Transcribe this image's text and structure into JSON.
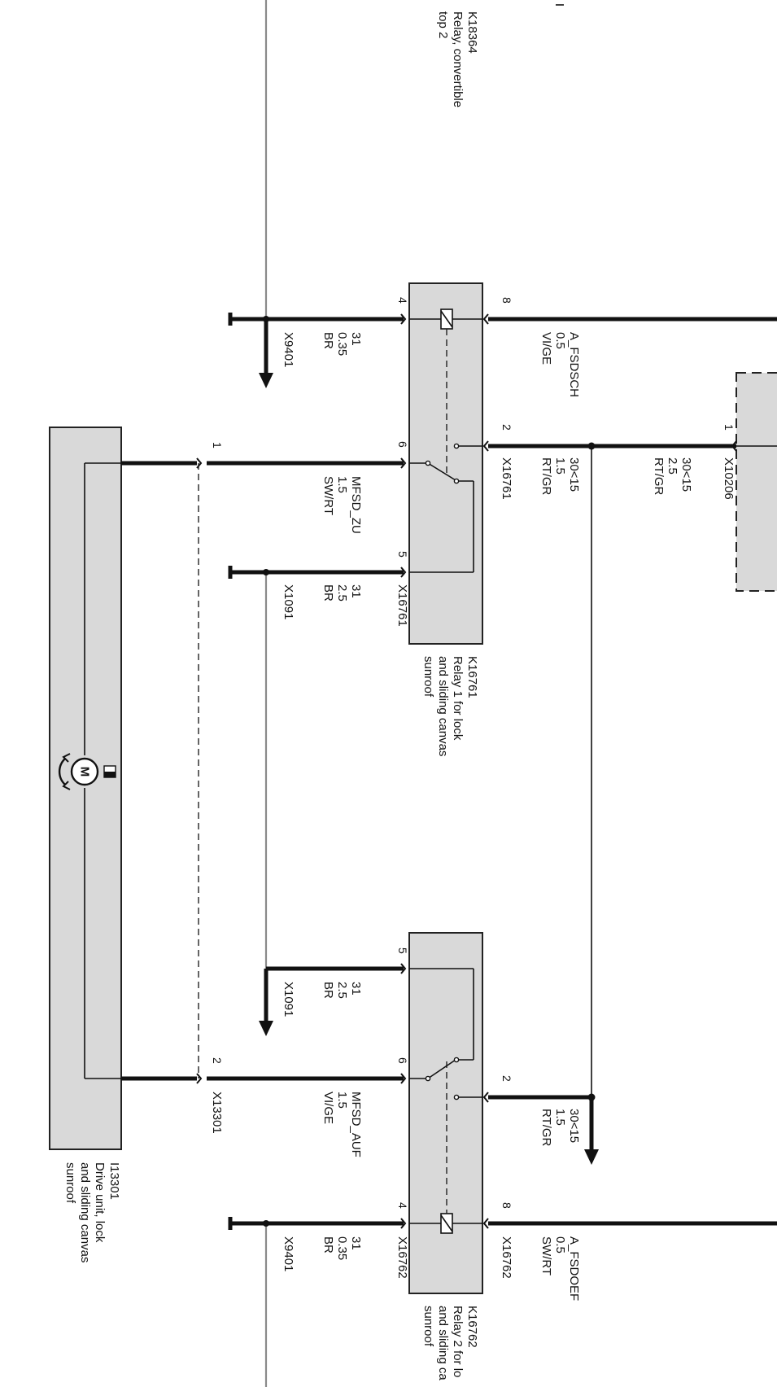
{
  "components": {
    "k18364": {
      "id": "K18364",
      "desc1": "Relay, convertible",
      "desc2": "top 2"
    },
    "k16761": {
      "id": "K16761",
      "desc1": "Relay 1 for lock",
      "desc2": "and sliding canvas",
      "desc3": "sunroof"
    },
    "k16762": {
      "id": "K16762",
      "desc1": "Relay 2 for lo",
      "desc2": "and sliding ca",
      "desc3": "sunroof"
    },
    "i13301": {
      "id": "I13301",
      "desc1": "Drive unit, lock",
      "desc2": "and sliding canvas",
      "desc3": "sunroof"
    }
  },
  "connectors": {
    "x16761_a": "X16761",
    "x16761_b": "X16761",
    "x16762_a": "X16762",
    "x16762_b": "X16762",
    "x10206": "X10206",
    "x13301": "X13301",
    "x9401_a": "X9401",
    "x9401_b": "X9401",
    "x1091_a": "X1091",
    "x1091_b": "X1091"
  },
  "pins": {
    "r1_8": "8",
    "r1_4": "4",
    "r1_2": "2",
    "r1_6": "6",
    "r1_5": "5",
    "r2_5": "5",
    "r2_6": "6",
    "r2_2": "2",
    "r2_4": "4",
    "r2_8": "8",
    "x10206_1": "1",
    "x13301_1": "1",
    "x13301_2": "2"
  },
  "wires": {
    "a_fsdsch": {
      "signal": "A_FSDSCH",
      "size": "0.5",
      "color": "VI/GE"
    },
    "gnd_r1_4": {
      "signal": "31",
      "size": "0.35",
      "color": "BR"
    },
    "p30_r1_2": {
      "signal": "30<15",
      "size": "1.5",
      "color": "RT/GR"
    },
    "p30_x10206": {
      "signal": "30<15",
      "size": "2.5",
      "color": "RT/GR"
    },
    "mfsd_zu": {
      "signal": "MFSD_ZU",
      "size": "1.5",
      "color": "SW/RT"
    },
    "gnd_r1_5": {
      "signal": "31",
      "size": "2.5",
      "color": "BR"
    },
    "gnd_r2_5": {
      "signal": "31",
      "size": "2.5",
      "color": "BR"
    },
    "mfsd_auf": {
      "signal": "MFSD_AUF",
      "size": "1.5",
      "color": "VI/GE"
    },
    "p30_r2_2": {
      "signal": "30<15",
      "size": "1.5",
      "color": "RT/GR"
    },
    "gnd_r2_4": {
      "signal": "31",
      "size": "0.35",
      "color": "BR"
    },
    "a_fsdoef": {
      "signal": "A_FSDOEF",
      "size": "0.5",
      "color": "SW/RT"
    }
  },
  "motor_symbol": "M"
}
